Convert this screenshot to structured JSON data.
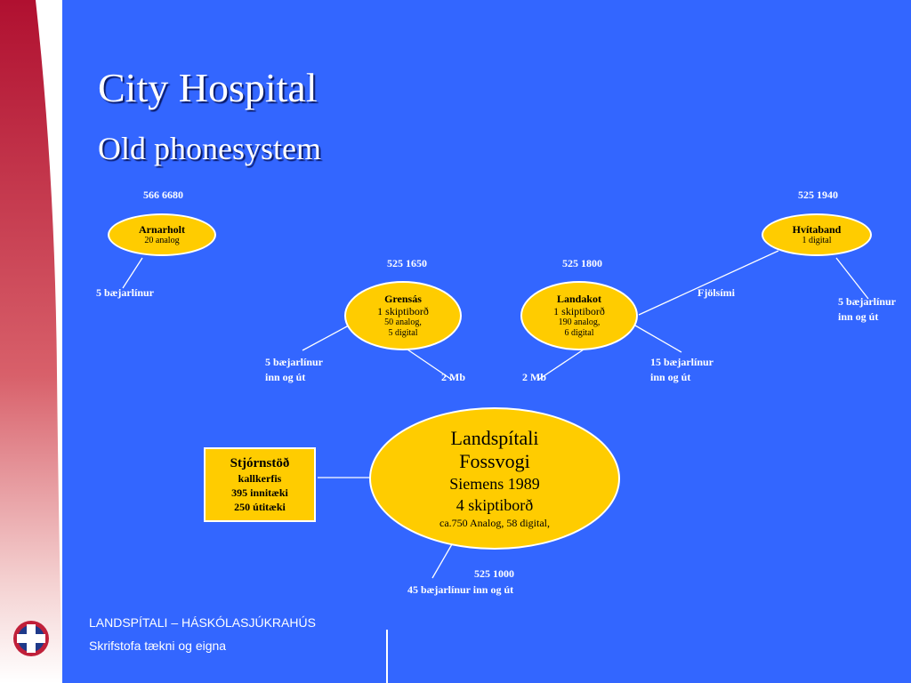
{
  "title": "City Hospital",
  "subtitle": "Old phonesystem",
  "nodes": {
    "arnarholt": {
      "name": "Arnarholt",
      "line1": "20 analog",
      "number": "566 6680",
      "lines_label": "5 bæjarlínur"
    },
    "hvitaband": {
      "name": "Hvítaband",
      "line1": "1 digital",
      "number": "525 1940",
      "lines_label_1": "5 bæjarlínur",
      "lines_label_2": "inn og út"
    },
    "grensas": {
      "name": "Grensás",
      "line1": "1 skiptiborð",
      "line2": "50 analog,",
      "line3": "5 digital",
      "number": "525 1650",
      "lines_label_1": "5 bæjarlínur",
      "lines_label_2": "inn og út",
      "link_label": "2 Mb"
    },
    "landakot": {
      "name": "Landakot",
      "line1": "1 skiptiborð",
      "line2": "190 analog,",
      "line3": "6 digital",
      "number": "525 1800",
      "lines_label_1": "15 bæjarlínur",
      "lines_label_2": "inn og út",
      "link_label": "2 Mb"
    },
    "main": {
      "name1": "Landspítali",
      "name2": "Fossvogi",
      "line1": "Siemens 1989",
      "line2": "4 skiptiborð",
      "line3": "ca.750  Analog, 58 digital,",
      "number": "525 1000",
      "lines_label": "45 bæjarlínur inn og út"
    }
  },
  "fjolsimi": "Fjölsími",
  "control_box": {
    "title": "Stjórnstöð",
    "line1": "kallkerfis",
    "line2": "395 innitæki",
    "line3": "250 útitæki"
  },
  "footer": {
    "line1": "LANDSPÍTALI – HÁSKÓLASJÚKRAHÚS",
    "line2": "Skrifstofa tækni og eigna"
  },
  "colors": {
    "background": "#3366ff",
    "node_fill": "#ffcc00",
    "band": "#c0203a",
    "text": "#ffffff"
  },
  "icons": {
    "logo": "hospital-cross-logo-icon"
  }
}
